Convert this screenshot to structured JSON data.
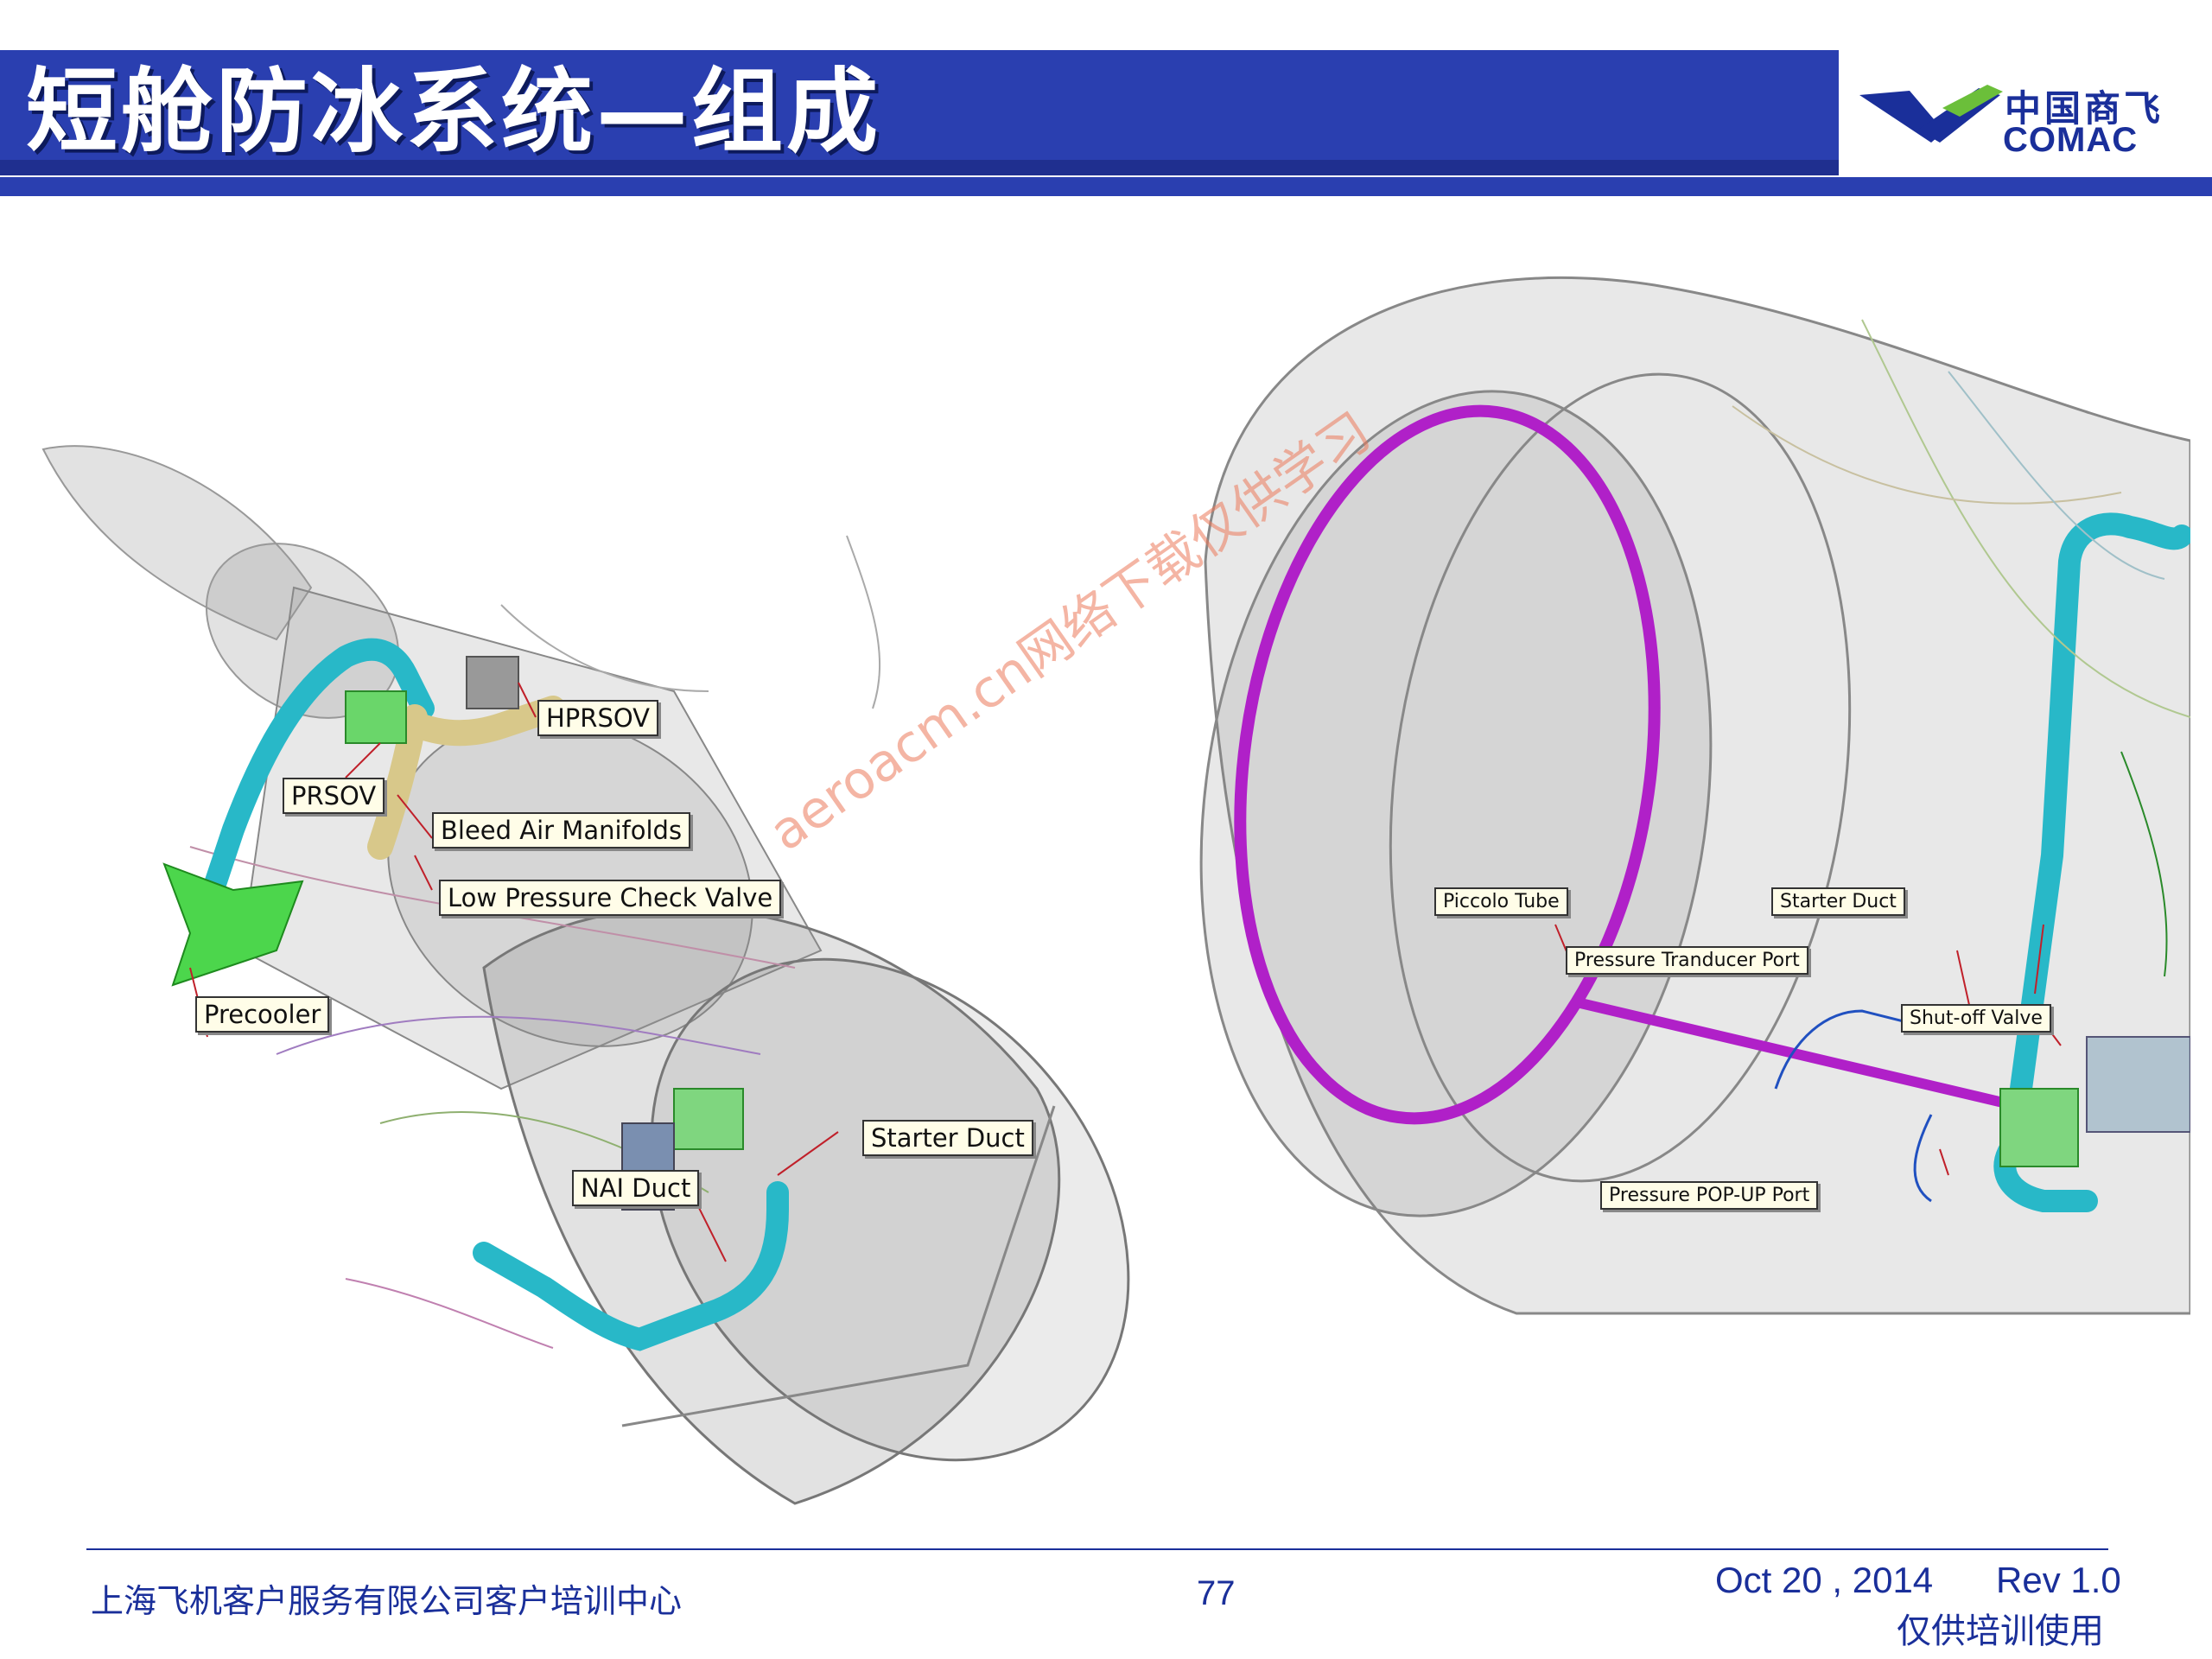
{
  "header": {
    "title": "短舱防冰系统—组成",
    "logo_cn": "中国商飞",
    "logo_en": "COMAC"
  },
  "diagram_left": {
    "callouts": {
      "hprsov": "HPRSOV",
      "prsov": "PRSOV",
      "bleed_air_manifolds": "Bleed Air Manifolds",
      "low_pressure_check_valve": "Low Pressure Check Valve",
      "precooler": "Precooler",
      "starter_duct": "Starter Duct",
      "nai_duct": "NAI Duct"
    }
  },
  "diagram_right": {
    "callouts": {
      "piccolo_tube": "Piccolo Tube",
      "starter_duct": "Starter Duct",
      "pressure_transducer_port": "Pressure Tranducer Port",
      "shutoff_valve": "Shut-off Valve",
      "pressure_popup_port": "Pressure POP-UP Port"
    }
  },
  "watermark": "aeroacm.cn网络下载仅供学习",
  "footer": {
    "organization": "上海飞机客户服务有限公司客户培训中心",
    "page_number": "77",
    "date": "Oct 20 , 2014",
    "revision": "Rev 1.0",
    "note": "仅供培训使用"
  },
  "colors": {
    "header_blue": "#2a3fb0",
    "duct_cyan": "#28b8c8",
    "piccolo_magenta": "#b020c8",
    "precooler_green": "#4cd64c",
    "manifold_tan": "#d8c88a"
  }
}
